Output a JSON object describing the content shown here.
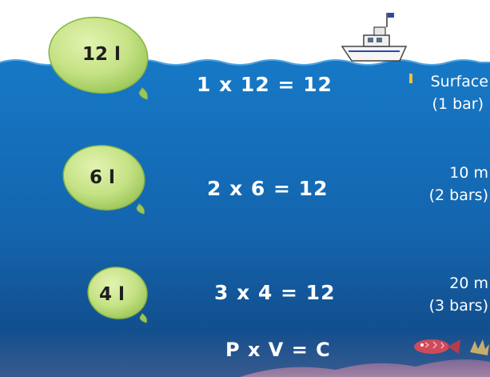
{
  "rows": [
    {
      "volume": "12 l",
      "equation": "1 x 12  = 12",
      "depth": "Surface",
      "pressure": "(1 bar)"
    },
    {
      "volume": "6 l",
      "equation": "2 x 6  = 12",
      "depth": "10 m",
      "pressure": "(2 bars)"
    },
    {
      "volume": "4 l",
      "equation": "3 x 4  = 12",
      "depth": "20 m",
      "pressure": "(3 bars)"
    }
  ],
  "law": "P x V = C",
  "colors": {
    "sea_top": "#1577c4",
    "sea_bottom": "#0f3f78",
    "balloon": "#c8e48a",
    "balloon_edge": "#7fae3c",
    "text": "#ffffff"
  }
}
